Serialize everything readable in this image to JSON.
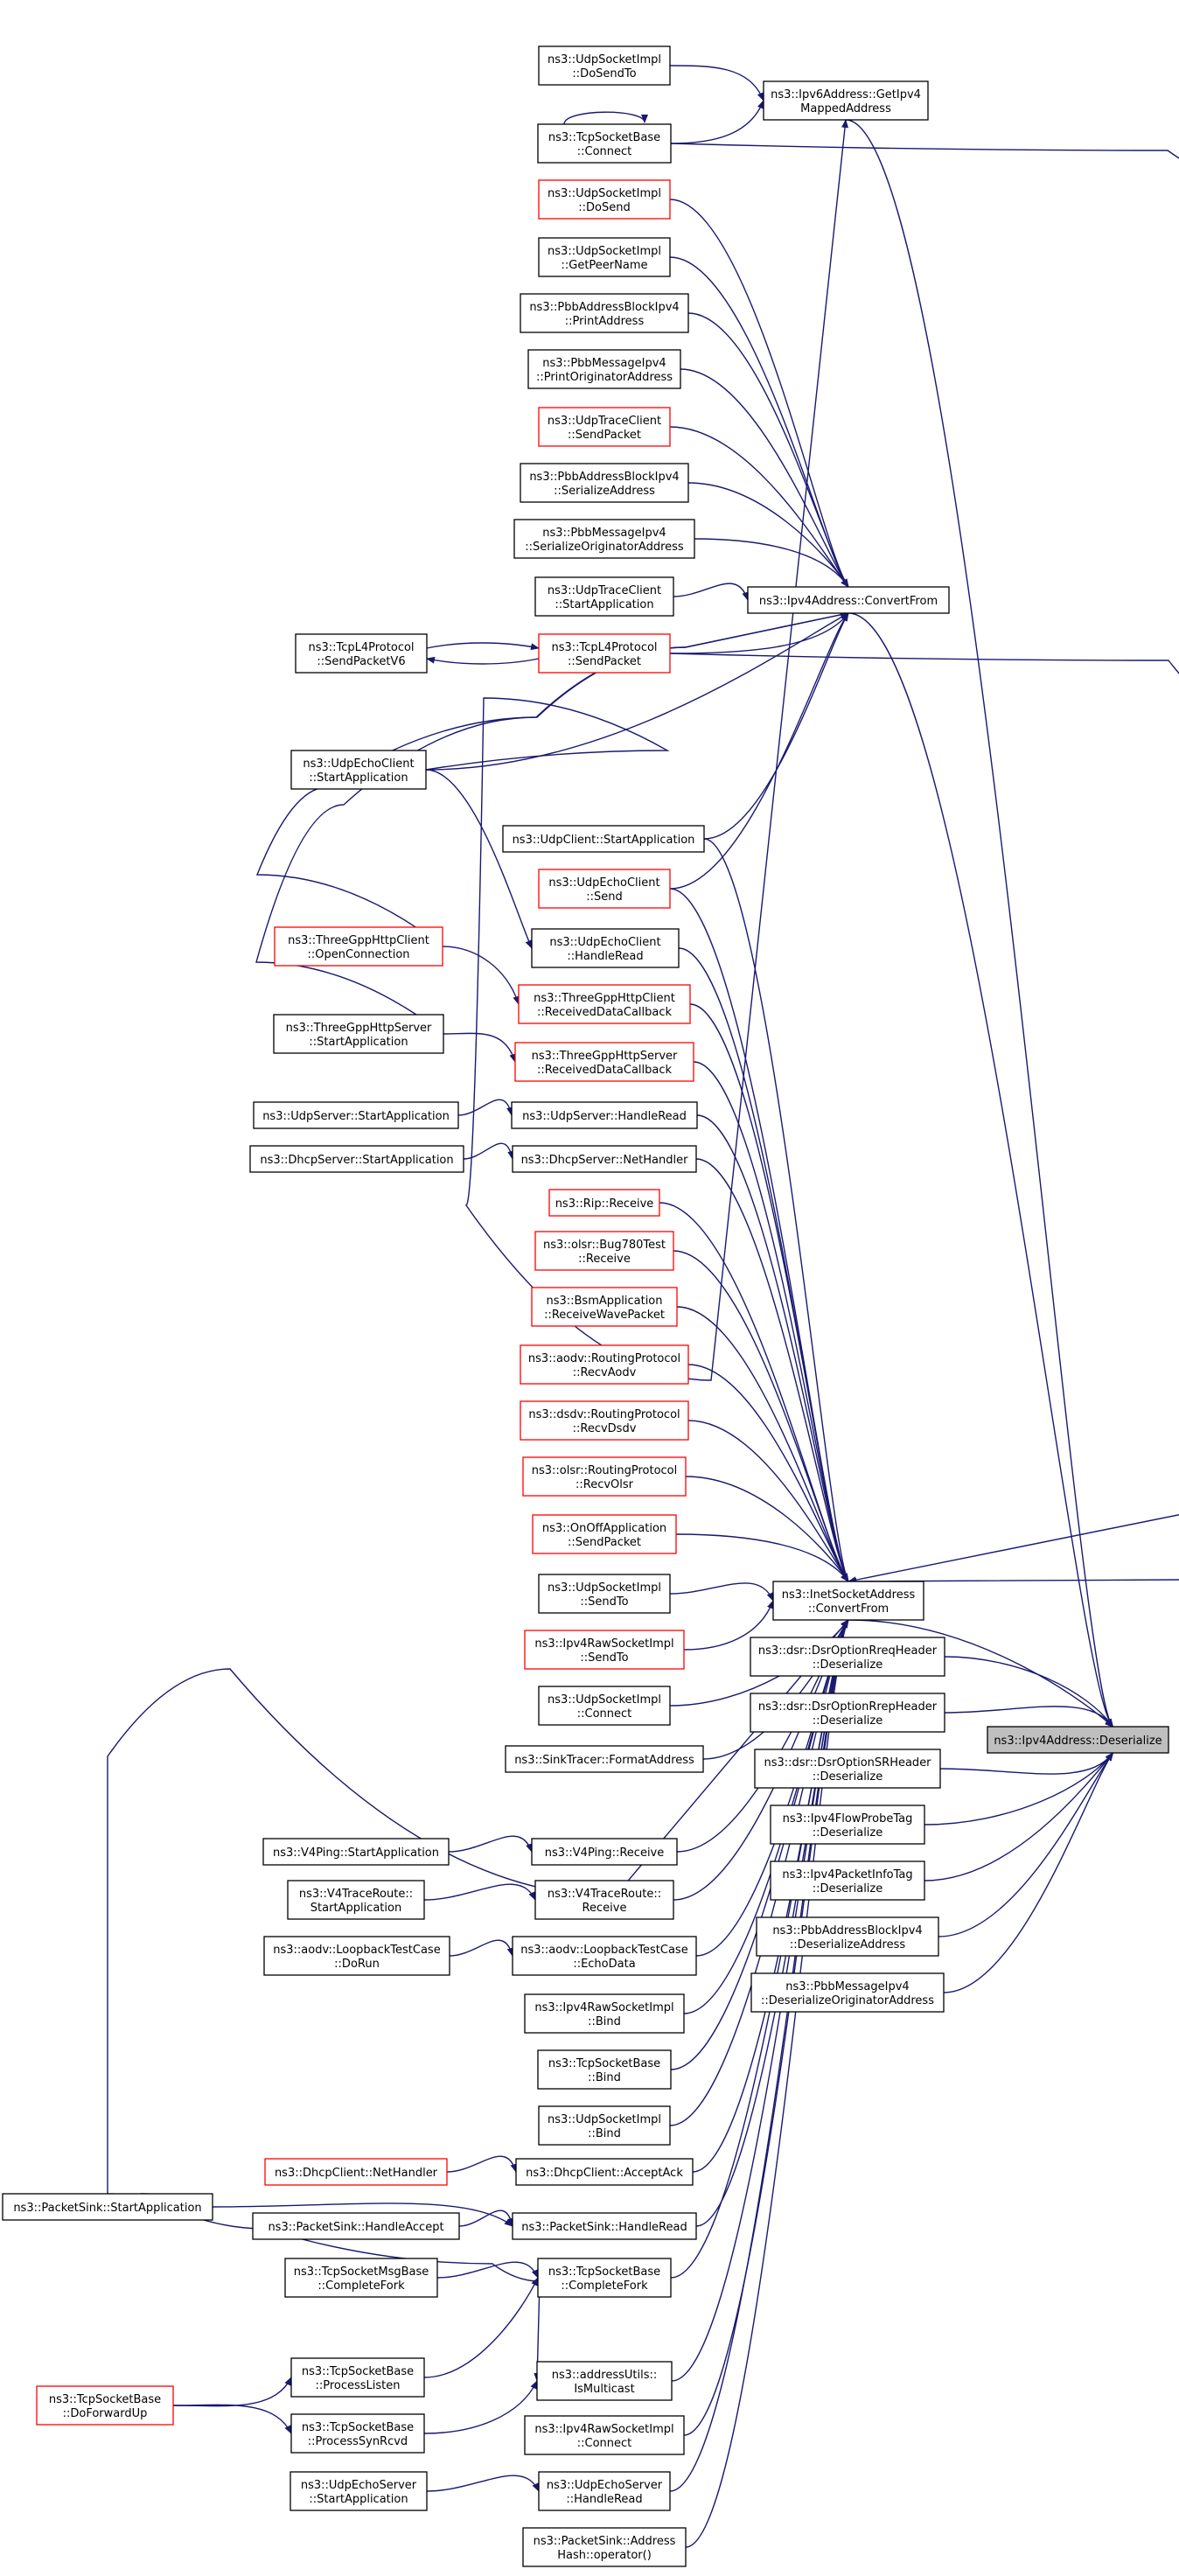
{
  "colors": {
    "edge": "#191970",
    "link_border": "#000000",
    "missing_border": "#ff0000",
    "focus_fill": "#bfbfbf"
  },
  "diagram": {
    "type": "doxygen-caller-graph",
    "focus": "ns3::Ipv4Address::Deserialize",
    "nodes": [
      {
        "id": "deser",
        "lines": [
          "ns3::Ipv4Address::Deserialize"
        ],
        "style": "focus"
      },
      {
        "id": "getipv4",
        "lines": [
          "ns3::Ipv6Address::GetIpv4",
          "MappedAddress"
        ],
        "style": "black"
      },
      {
        "id": "convert",
        "lines": [
          "ns3::Ipv4Address::ConvertFrom"
        ],
        "style": "black"
      },
      {
        "id": "inetconv",
        "lines": [
          "ns3::InetSocketAddress",
          "::ConvertFrom"
        ],
        "style": "black"
      },
      {
        "id": "dsrrreq",
        "lines": [
          "ns3::dsr::DsrOptionRreqHeader",
          "::Deserialize"
        ],
        "style": "black"
      },
      {
        "id": "dsrrrep",
        "lines": [
          "ns3::dsr::DsrOptionRrepHeader",
          "::Deserialize"
        ],
        "style": "black"
      },
      {
        "id": "dsrsr",
        "lines": [
          "ns3::dsr::DsrOptionSRHeader",
          "::Deserialize"
        ],
        "style": "black"
      },
      {
        "id": "flowprobe",
        "lines": [
          "ns3::Ipv4FlowProbeTag",
          "::Deserialize"
        ],
        "style": "black"
      },
      {
        "id": "pktinfo",
        "lines": [
          "ns3::Ipv4PacketInfoTag",
          "::Deserialize"
        ],
        "style": "black"
      },
      {
        "id": "pbbdeser",
        "lines": [
          "ns3::PbbAddressBlockIpv4",
          "::DeserializeAddress"
        ],
        "style": "black"
      },
      {
        "id": "pbbmsgdeser",
        "lines": [
          "ns3::PbbMessageIpv4",
          "::DeserializeOriginatorAddress"
        ],
        "style": "black"
      },
      {
        "id": "udpdosendto",
        "lines": [
          "ns3::UdpSocketImpl",
          "::DoSendTo"
        ],
        "style": "black"
      },
      {
        "id": "tcpconnect",
        "lines": [
          "ns3::TcpSocketBase",
          "::Connect"
        ],
        "style": "black"
      },
      {
        "id": "udpdosend",
        "lines": [
          "ns3::UdpSocketImpl",
          "::DoSend"
        ],
        "style": "red"
      },
      {
        "id": "udpgetpeer",
        "lines": [
          "ns3::UdpSocketImpl",
          "::GetPeerName"
        ],
        "style": "black"
      },
      {
        "id": "pbbprint",
        "lines": [
          "ns3::PbbAddressBlockIpv4",
          "::PrintAddress"
        ],
        "style": "black"
      },
      {
        "id": "pbbmsgprint",
        "lines": [
          "ns3::PbbMessageIpv4",
          "::PrintOriginatorAddress"
        ],
        "style": "black"
      },
      {
        "id": "udptracesend",
        "lines": [
          "ns3::UdpTraceClient",
          "::SendPacket"
        ],
        "style": "red"
      },
      {
        "id": "pbbser",
        "lines": [
          "ns3::PbbAddressBlockIpv4",
          "::SerializeAddress"
        ],
        "style": "black"
      },
      {
        "id": "pbbmsgser",
        "lines": [
          "ns3::PbbMessageIpv4",
          "::SerializeOriginatorAddress"
        ],
        "style": "black"
      },
      {
        "id": "udptracestart",
        "lines": [
          "ns3::UdpTraceClient",
          "::StartApplication"
        ],
        "style": "black"
      },
      {
        "id": "tcpl4send",
        "lines": [
          "ns3::TcpL4Protocol",
          "::SendPacket"
        ],
        "style": "red"
      },
      {
        "id": "tcpl4sendv6",
        "lines": [
          "ns3::TcpL4Protocol",
          "::SendPacketV6"
        ],
        "style": "black"
      },
      {
        "id": "udpechostart",
        "lines": [
          "ns3::UdpEchoClient",
          "::StartApplication"
        ],
        "style": "black"
      },
      {
        "id": "udpclientstart",
        "lines": [
          "ns3::UdpClient::StartApplication"
        ],
        "style": "black"
      },
      {
        "id": "udpechosend",
        "lines": [
          "ns3::UdpEchoClient",
          "::Send"
        ],
        "style": "red"
      },
      {
        "id": "httpopen",
        "lines": [
          "ns3::ThreeGppHttpClient",
          "::OpenConnection"
        ],
        "style": "red"
      },
      {
        "id": "udpechohandle",
        "lines": [
          "ns3::UdpEchoClient",
          "::HandleRead"
        ],
        "style": "black"
      },
      {
        "id": "httpclientrecv",
        "lines": [
          "ns3::ThreeGppHttpClient",
          "::ReceivedDataCallback"
        ],
        "style": "red"
      },
      {
        "id": "httpserverstart",
        "lines": [
          "ns3::ThreeGppHttpServer",
          "::StartApplication"
        ],
        "style": "black"
      },
      {
        "id": "httpserverrecv",
        "lines": [
          "ns3::ThreeGppHttpServer",
          "::ReceivedDataCallback"
        ],
        "style": "red"
      },
      {
        "id": "udpserverstart",
        "lines": [
          "ns3::UdpServer::StartApplication"
        ],
        "style": "black"
      },
      {
        "id": "udpserverhandle",
        "lines": [
          "ns3::UdpServer::HandleRead"
        ],
        "style": "black"
      },
      {
        "id": "dhcpserverstart",
        "lines": [
          "ns3::DhcpServer::StartApplication"
        ],
        "style": "black"
      },
      {
        "id": "dhcpservernet",
        "lines": [
          "ns3::DhcpServer::NetHandler"
        ],
        "style": "black"
      },
      {
        "id": "ripreceive",
        "lines": [
          "ns3::Rip::Receive"
        ],
        "style": "red"
      },
      {
        "id": "olsrbug",
        "lines": [
          "ns3::olsr::Bug780Test",
          "::Receive"
        ],
        "style": "red"
      },
      {
        "id": "bsmrecv",
        "lines": [
          "ns3::BsmApplication",
          "::ReceiveWavePacket"
        ],
        "style": "red"
      },
      {
        "id": "aodvrecv",
        "lines": [
          "ns3::aodv::RoutingProtocol",
          "::RecvAodv"
        ],
        "style": "red"
      },
      {
        "id": "dsdvrecv",
        "lines": [
          "ns3::dsdv::RoutingProtocol",
          "::RecvDsdv"
        ],
        "style": "red"
      },
      {
        "id": "olsrrecv",
        "lines": [
          "ns3::olsr::RoutingProtocol",
          "::RecvOlsr"
        ],
        "style": "red"
      },
      {
        "id": "onoffsend",
        "lines": [
          "ns3::OnOffApplication",
          "::SendPacket"
        ],
        "style": "red"
      },
      {
        "id": "udpsendto",
        "lines": [
          "ns3::UdpSocketImpl",
          "::SendTo"
        ],
        "style": "black"
      },
      {
        "id": "rawsendto",
        "lines": [
          "ns3::Ipv4RawSocketImpl",
          "::SendTo"
        ],
        "style": "red"
      },
      {
        "id": "udpconnect",
        "lines": [
          "ns3::UdpSocketImpl",
          "::Connect"
        ],
        "style": "black"
      },
      {
        "id": "sinkformat",
        "lines": [
          "ns3::SinkTracer::FormatAddress"
        ],
        "style": "black"
      },
      {
        "id": "v4pingstart",
        "lines": [
          "ns3::V4Ping::StartApplication"
        ],
        "style": "black"
      },
      {
        "id": "v4pingrecv",
        "lines": [
          "ns3::V4Ping::Receive"
        ],
        "style": "black"
      },
      {
        "id": "v4tracestart",
        "lines": [
          "ns3::V4TraceRoute::",
          "StartApplication"
        ],
        "style": "black"
      },
      {
        "id": "v4tracerecv",
        "lines": [
          "ns3::V4TraceRoute::",
          "Receive"
        ],
        "style": "black"
      },
      {
        "id": "aodvdorun",
        "lines": [
          "ns3::aodv::LoopbackTestCase",
          "::DoRun"
        ],
        "style": "black"
      },
      {
        "id": "aodvecho",
        "lines": [
          "ns3::aodv::LoopbackTestCase",
          "::EchoData"
        ],
        "style": "black"
      },
      {
        "id": "rawbind",
        "lines": [
          "ns3::Ipv4RawSocketImpl",
          "::Bind"
        ],
        "style": "black"
      },
      {
        "id": "tcpbind",
        "lines": [
          "ns3::TcpSocketBase",
          "::Bind"
        ],
        "style": "black"
      },
      {
        "id": "udpbind",
        "lines": [
          "ns3::UdpSocketImpl",
          "::Bind"
        ],
        "style": "black"
      },
      {
        "id": "dhcpclientnet",
        "lines": [
          "ns3::DhcpClient::NetHandler"
        ],
        "style": "red"
      },
      {
        "id": "dhcpclientack",
        "lines": [
          "ns3::DhcpClient::AcceptAck"
        ],
        "style": "black"
      },
      {
        "id": "sinkstart",
        "lines": [
          "ns3::PacketSink::StartApplication"
        ],
        "style": "black"
      },
      {
        "id": "sinkaccept",
        "lines": [
          "ns3::PacketSink::HandleAccept"
        ],
        "style": "black"
      },
      {
        "id": "sinkhandle",
        "lines": [
          "ns3::PacketSink::HandleRead"
        ],
        "style": "black"
      },
      {
        "id": "tcpmsgfork",
        "lines": [
          "ns3::TcpSocketMsgBase",
          "::CompleteFork"
        ],
        "style": "black"
      },
      {
        "id": "tcpfork",
        "lines": [
          "ns3::TcpSocketBase",
          "::CompleteFork"
        ],
        "style": "black"
      },
      {
        "id": "tcpforwardup",
        "lines": [
          "ns3::TcpSocketBase",
          "::DoForwardUp"
        ],
        "style": "red"
      },
      {
        "id": "tcplisten",
        "lines": [
          "ns3::TcpSocketBase",
          "::ProcessListen"
        ],
        "style": "black"
      },
      {
        "id": "ismulticast",
        "lines": [
          "ns3::addressUtils::",
          "IsMulticast"
        ],
        "style": "black"
      },
      {
        "id": "tcpsynrcvd",
        "lines": [
          "ns3::TcpSocketBase",
          "::ProcessSynRcvd"
        ],
        "style": "black"
      },
      {
        "id": "rawconnect",
        "lines": [
          "ns3::Ipv4RawSocketImpl",
          "::Connect"
        ],
        "style": "black"
      },
      {
        "id": "udpechoserverstart",
        "lines": [
          "ns3::UdpEchoServer",
          "::StartApplication"
        ],
        "style": "black"
      },
      {
        "id": "udpechoserverhandle",
        "lines": [
          "ns3::UdpEchoServer",
          "::HandleRead"
        ],
        "style": "black"
      },
      {
        "id": "sinkhash",
        "lines": [
          "ns3::PacketSink::Address",
          "Hash::operator()"
        ],
        "style": "black"
      }
    ],
    "edges": [
      [
        "getipv4",
        "deser"
      ],
      [
        "convert",
        "deser"
      ],
      [
        "inetconv",
        "deser"
      ],
      [
        "dsrrreq",
        "deser"
      ],
      [
        "dsrrrep",
        "deser"
      ],
      [
        "dsrsr",
        "deser"
      ],
      [
        "flowprobe",
        "deser"
      ],
      [
        "pktinfo",
        "deser"
      ],
      [
        "pbbdeser",
        "deser"
      ],
      [
        "pbbmsgdeser",
        "deser"
      ],
      [
        "udpdosendto",
        "getipv4"
      ],
      [
        "tcpconnect",
        "getipv4"
      ],
      [
        "udpechostart",
        "getipv4"
      ],
      [
        "tcpconnect",
        "tcpconnect"
      ],
      [
        "udpdosend",
        "convert"
      ],
      [
        "udpgetpeer",
        "convert"
      ],
      [
        "pbbprint",
        "convert"
      ],
      [
        "pbbmsgprint",
        "convert"
      ],
      [
        "udptracesend",
        "convert"
      ],
      [
        "pbbser",
        "convert"
      ],
      [
        "pbbmsgser",
        "convert"
      ],
      [
        "udptracestart",
        "convert"
      ],
      [
        "tcpl4send",
        "convert"
      ],
      [
        "tcpl4sendv6",
        "tcpl4send"
      ],
      [
        "tcpl4send",
        "tcpl4sendv6"
      ],
      [
        "udpechostart",
        "convert"
      ],
      [
        "udpclientstart",
        "convert"
      ],
      [
        "udpechosend",
        "convert"
      ],
      [
        "httpopen",
        "convert"
      ],
      [
        "httpserverstart",
        "convert"
      ],
      [
        "udpechostart",
        "udpechohandle"
      ],
      [
        "httpopen",
        "httpclientrecv"
      ],
      [
        "httpserverstart",
        "httpserverrecv"
      ],
      [
        "udpserverstart",
        "udpserverhandle"
      ],
      [
        "dhcpserverstart",
        "dhcpservernet"
      ],
      [
        "v4pingstart",
        "v4pingrecv"
      ],
      [
        "v4tracestart",
        "v4tracerecv"
      ],
      [
        "aodvdorun",
        "aodvecho"
      ],
      [
        "dhcpclientnet",
        "dhcpclientack"
      ],
      [
        "sinkstart",
        "sinkhandle"
      ],
      [
        "sinkaccept",
        "sinkhandle"
      ],
      [
        "sinkstart",
        "ismulticast"
      ],
      [
        "tcpmsgfork",
        "tcpfork"
      ],
      [
        "tcplisten",
        "tcpfork"
      ],
      [
        "tcpforwardup",
        "tcplisten"
      ],
      [
        "tcpforwardup",
        "tcpsynrcvd"
      ],
      [
        "tcpsynrcvd",
        "ismulticast"
      ],
      [
        "udpechoserverstart",
        "udpechoserverhandle"
      ],
      [
        "tcpconnect",
        "inetconv"
      ],
      [
        "tcpl4send",
        "inetconv"
      ],
      [
        "udpclientstart",
        "inetconv"
      ],
      [
        "udpechosend",
        "inetconv"
      ],
      [
        "udpechohandle",
        "inetconv"
      ],
      [
        "httpclientrecv",
        "inetconv"
      ],
      [
        "httpserverrecv",
        "inetconv"
      ],
      [
        "udpserverhandle",
        "inetconv"
      ],
      [
        "dhcpservernet",
        "inetconv"
      ],
      [
        "ripreceive",
        "inetconv"
      ],
      [
        "olsrbug",
        "inetconv"
      ],
      [
        "bsmrecv",
        "inetconv"
      ],
      [
        "aodvrecv",
        "inetconv"
      ],
      [
        "dsdvrecv",
        "inetconv"
      ],
      [
        "olsrrecv",
        "inetconv"
      ],
      [
        "onoffsend",
        "inetconv"
      ],
      [
        "udpsendto",
        "inetconv"
      ],
      [
        "rawsendto",
        "inetconv"
      ],
      [
        "udpconnect",
        "inetconv"
      ],
      [
        "sinkformat",
        "inetconv"
      ],
      [
        "sinkstart",
        "inetconv"
      ],
      [
        "v4pingrecv",
        "inetconv"
      ],
      [
        "v4tracerecv",
        "inetconv"
      ],
      [
        "aodvecho",
        "inetconv"
      ],
      [
        "rawbind",
        "inetconv"
      ],
      [
        "tcpbind",
        "inetconv"
      ],
      [
        "udpbind",
        "inetconv"
      ],
      [
        "dhcpclientack",
        "inetconv"
      ],
      [
        "sinkhandle",
        "inetconv"
      ],
      [
        "tcpfork",
        "inetconv"
      ],
      [
        "ismulticast",
        "inetconv"
      ],
      [
        "rawconnect",
        "inetconv"
      ],
      [
        "udpechoserverhandle",
        "inetconv"
      ],
      [
        "sinkhash",
        "inetconv"
      ]
    ]
  }
}
